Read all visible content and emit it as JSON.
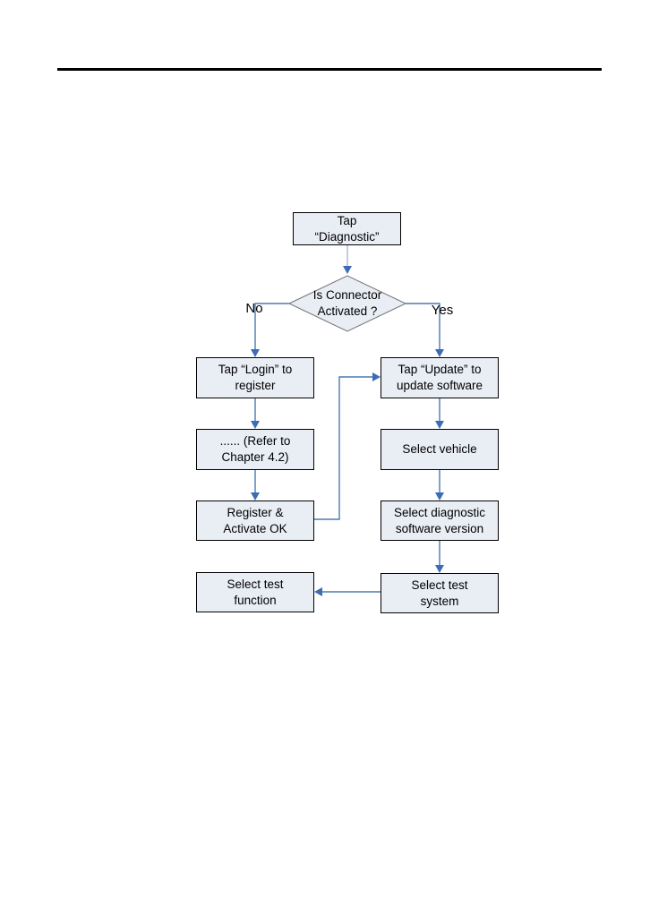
{
  "flowchart": {
    "nodes": {
      "start": "Tap\n“Diagnostic”",
      "decision": "Is Connector\nActivated ?",
      "login": "Tap “Login” to\nregister",
      "refer": "...... (Refer to\nChapter 4.2)",
      "register_ok": "Register &\nActivate OK",
      "select_function": "Select test\nfunction",
      "update": "Tap “Update” to\nupdate software",
      "select_vehicle": "Select vehicle",
      "select_version": "Select diagnostic\nsoftware version",
      "select_system": "Select test\nsystem"
    },
    "no_label": "No",
    "yes_label": "Yes",
    "colors": {
      "node_fill": "#e9edf4",
      "node_border": "#000000",
      "diamond_border": "#737373",
      "connector": "#4b79b3",
      "connector_light": "#a8b6da",
      "arrowhead": "#3c6cb4",
      "rule": "#000000"
    }
  }
}
